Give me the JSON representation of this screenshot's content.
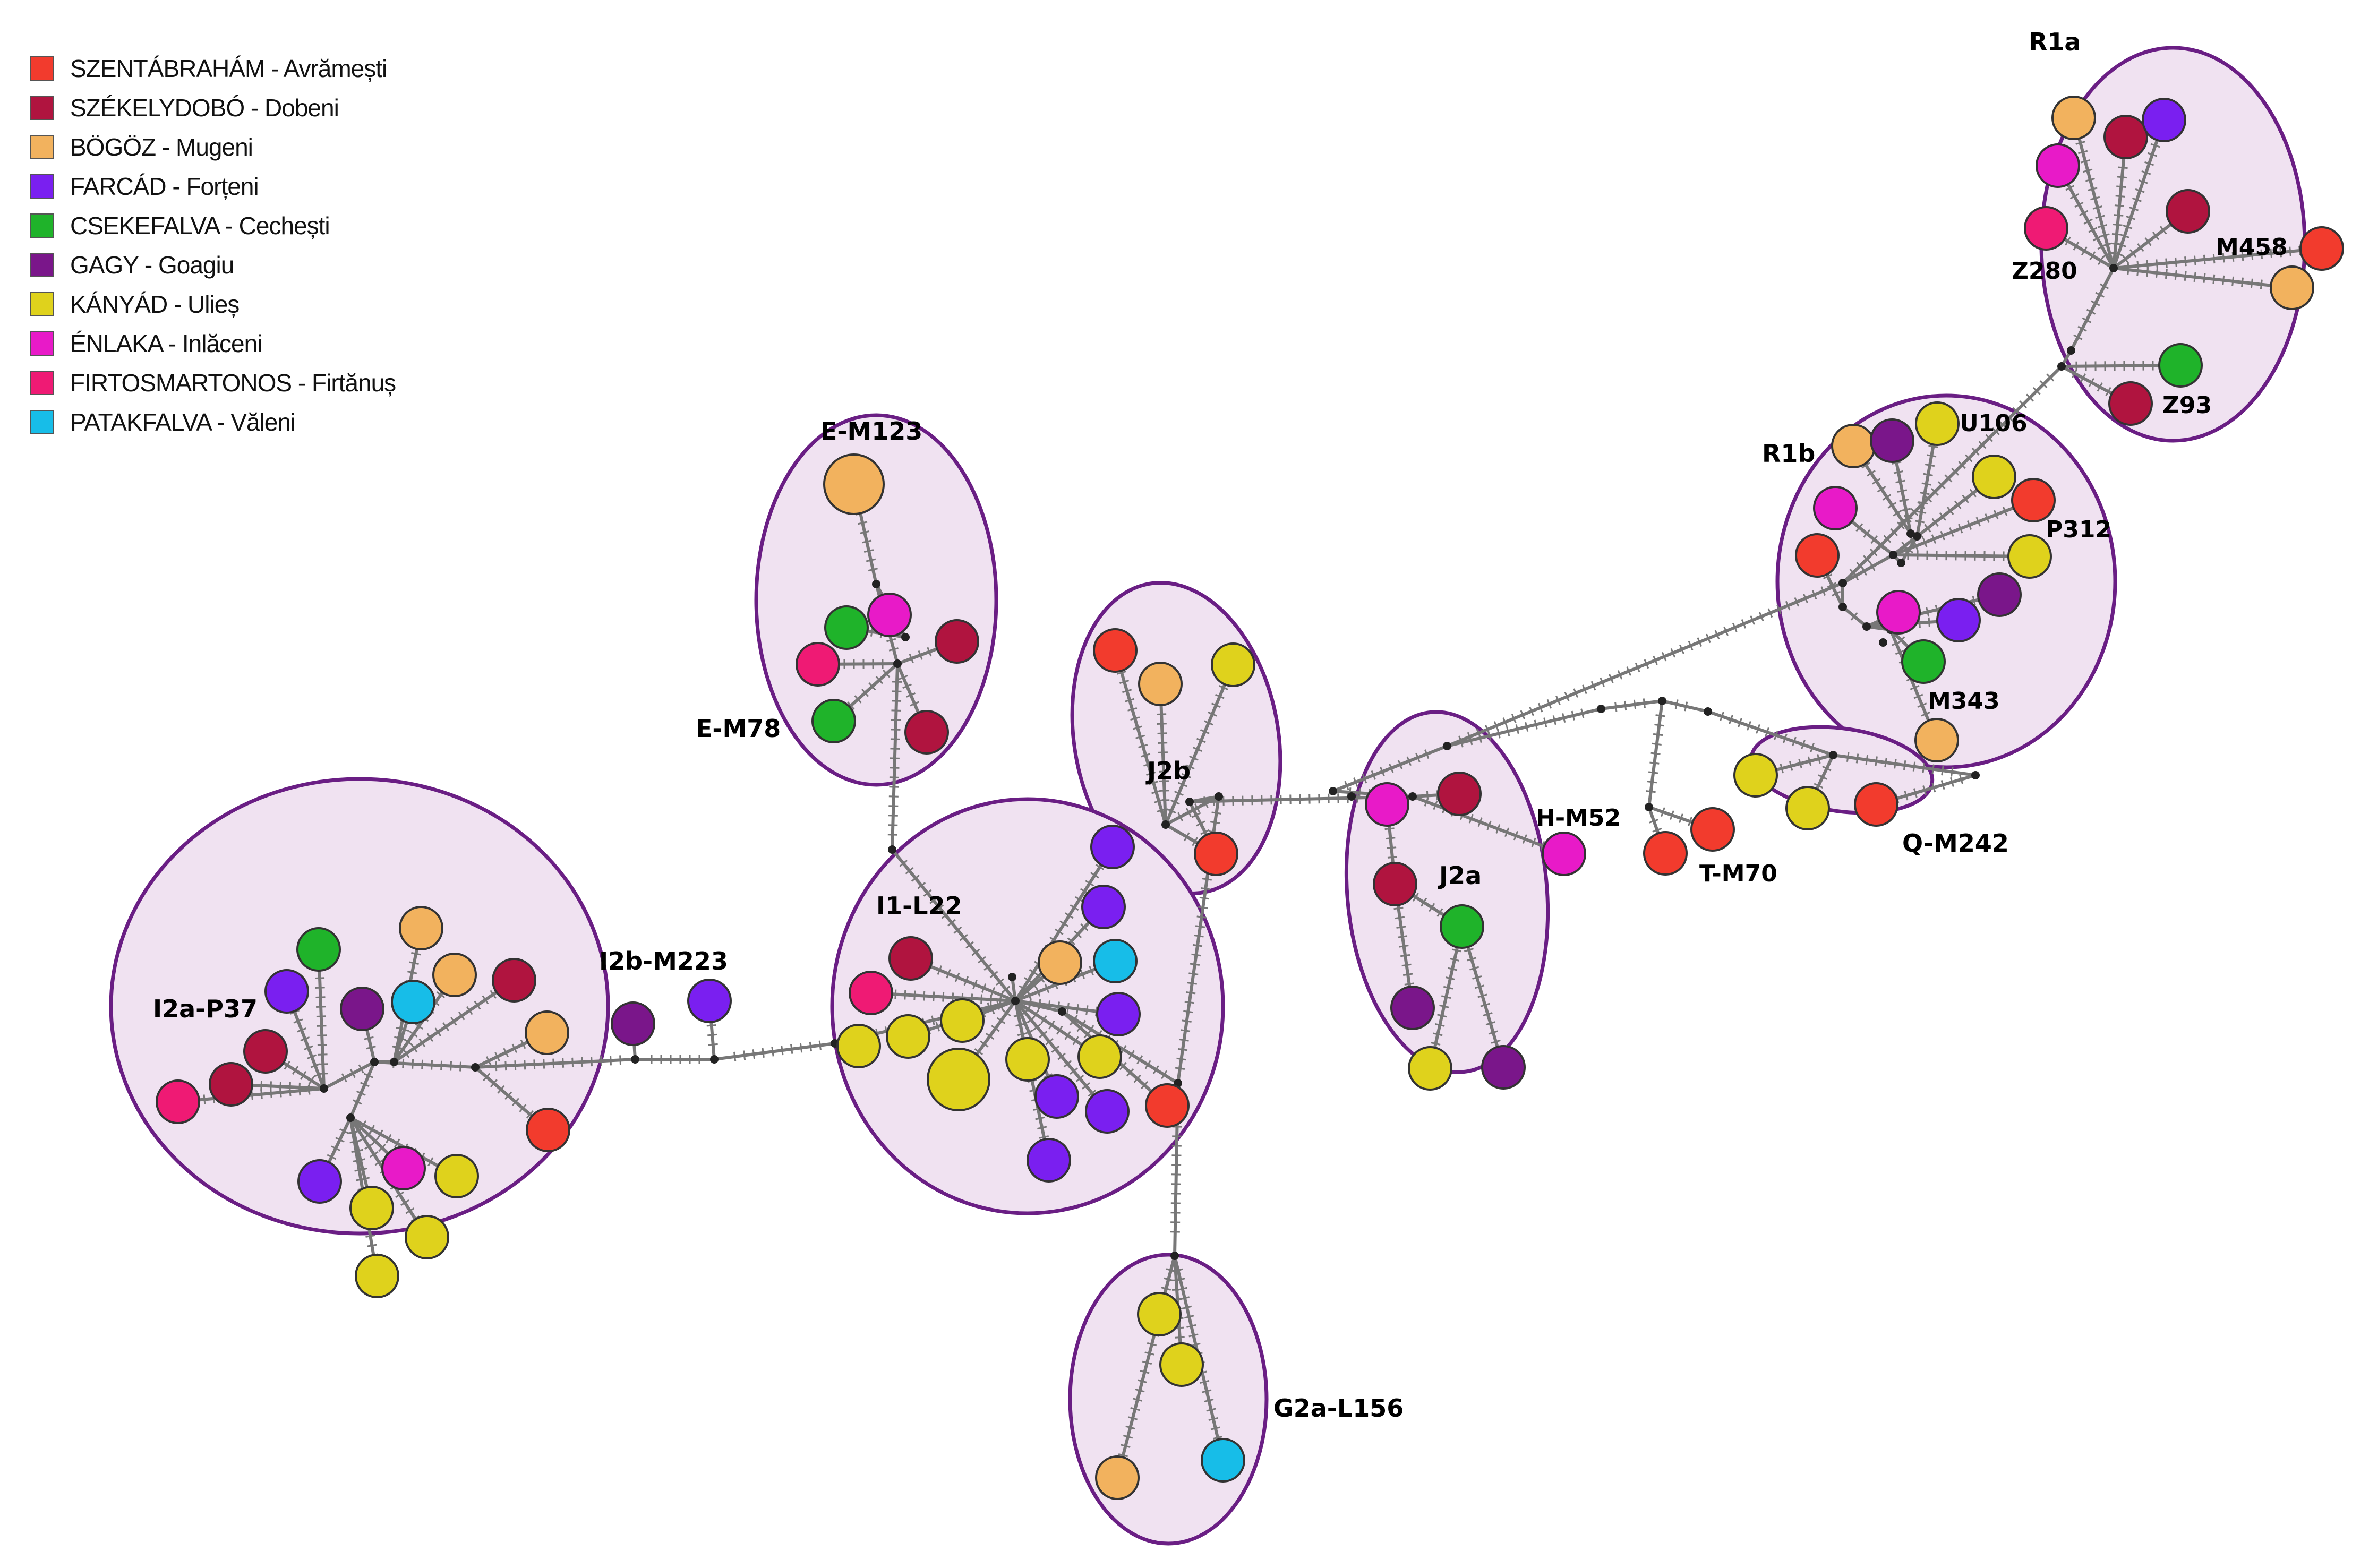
{
  "legend": [
    {
      "key": "avr",
      "label": "SZENTÁBRAHÁM - Avrămești",
      "color": "#f23b2d"
    },
    {
      "key": "dob",
      "label": "SZÉKELYDOBÓ - Dobeni",
      "color": "#b0143f"
    },
    {
      "key": "mug",
      "label": "BÖGÖZ - Mugeni",
      "color": "#f2b25e"
    },
    {
      "key": "for",
      "label": "FARCÁD - Forțeni",
      "color": "#7a1ff0"
    },
    {
      "key": "cec",
      "label": "CSEKEFALVA  -  Cechești",
      "color": "#1fb32a"
    },
    {
      "key": "goa",
      "label": "GAGY - Goagiu",
      "color": "#7a168a"
    },
    {
      "key": "uli",
      "label": "KÁNYÁD -  Ulieș",
      "color": "#dfd21c"
    },
    {
      "key": "inl",
      "label": "ÉNLAKA - Inlăceni",
      "color": "#e81ac8"
    },
    {
      "key": "fir",
      "label": "FIRTOSMARTONOS - Firtănuș",
      "color": "#ef1a74"
    },
    {
      "key": "val",
      "label": "PATAKFALVA - Văleni",
      "color": "#17bde8"
    }
  ],
  "clusters": [
    {
      "id": "R1a",
      "label": "R1a"
    },
    {
      "id": "M458",
      "label": "M458"
    },
    {
      "id": "Z280",
      "label": "Z280"
    },
    {
      "id": "Z93",
      "label": "Z93"
    },
    {
      "id": "R1b",
      "label": "R1b"
    },
    {
      "id": "U106",
      "label": "U106"
    },
    {
      "id": "P312",
      "label": "P312"
    },
    {
      "id": "M343",
      "label": "M343"
    },
    {
      "id": "E-M123",
      "label": "E-M123"
    },
    {
      "id": "E-M78",
      "label": "E-M78"
    },
    {
      "id": "J2b",
      "label": "J2b"
    },
    {
      "id": "J2a",
      "label": "J2a"
    },
    {
      "id": "H-M52",
      "label": "H-M52"
    },
    {
      "id": "T-M70",
      "label": "T-M70"
    },
    {
      "id": "Q-M242",
      "label": "Q-M242"
    },
    {
      "id": "I1-L22",
      "label": "I1-L22"
    },
    {
      "id": "I2b-M223",
      "label": "I2b-M223"
    },
    {
      "id": "I2a-P37",
      "label": "I2a-P37"
    },
    {
      "id": "G2a-L156",
      "label": "G2a-L156"
    }
  ],
  "colors": {
    "cluster_fill": "#f0e2f1",
    "cluster_stroke": "#6a1e84",
    "edge": "#777777",
    "node_stroke": "#333333"
  }
}
